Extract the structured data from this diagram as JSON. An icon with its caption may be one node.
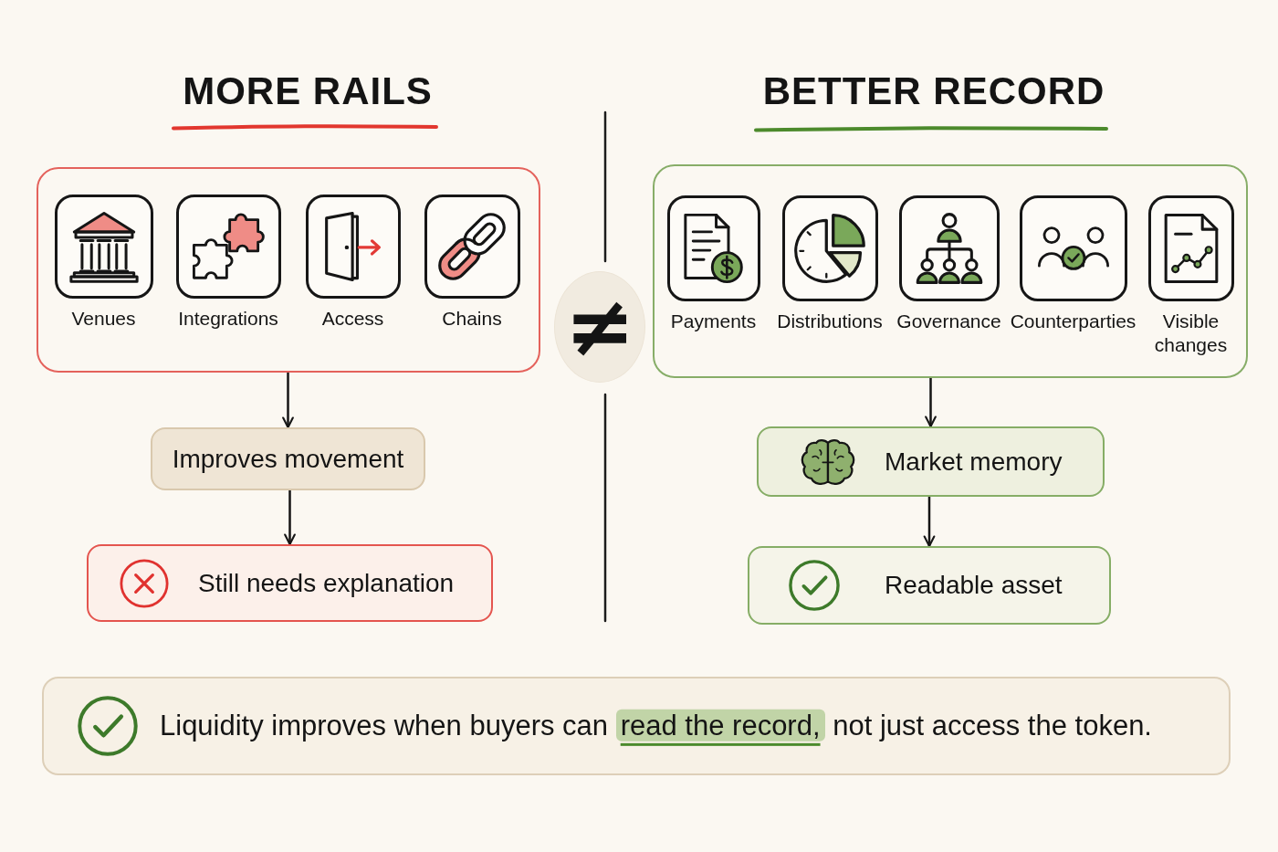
{
  "diagram": {
    "nodes": [
      {
        "text": [
          "MORE RAILS"
        ]
      },
      {
        "text": [
          "Venues"
        ],
        "in": 0
      },
      {
        "text": [
          "Integrations"
        ],
        "in": 0
      },
      {
        "text": [
          "Access"
        ],
        "in": 0
      },
      {
        "text": [
          "Chains"
        ],
        "in": 0
      },
      {
        "text": [
          "Improves movement"
        ]
      },
      {
        "text": [
          "Still needs explanation"
        ]
      },
      {
        "text": [
          "≠"
        ]
      },
      {
        "text": [
          "BETTER RECORD"
        ]
      },
      {
        "text": [
          "Payments"
        ],
        "in": 8
      },
      {
        "text": [
          "Distributions"
        ],
        "in": 8
      },
      {
        "text": [
          "Governance"
        ],
        "in": 8
      },
      {
        "text": [
          "Counterparties"
        ],
        "in": 8
      },
      {
        "text": [
          "Visible changes"
        ],
        "in": 8
      },
      {
        "text": [
          "Market memory"
        ]
      },
      {
        "text": [
          "Readable asset"
        ]
      },
      {
        "text": [
          "Liquidity improves when buyers can **read the record,** not just access the token."
        ]
      }
    ],
    "edges": [
      {
        "from": 0,
        "to": 5,
        "arrow": "to"
      },
      {
        "from": 5,
        "to": 6,
        "arrow": "to"
      },
      {
        "from": 8,
        "to": 14,
        "arrow": "to"
      },
      {
        "from": 14,
        "to": 15,
        "arrow": "to"
      }
    ]
  }
}
